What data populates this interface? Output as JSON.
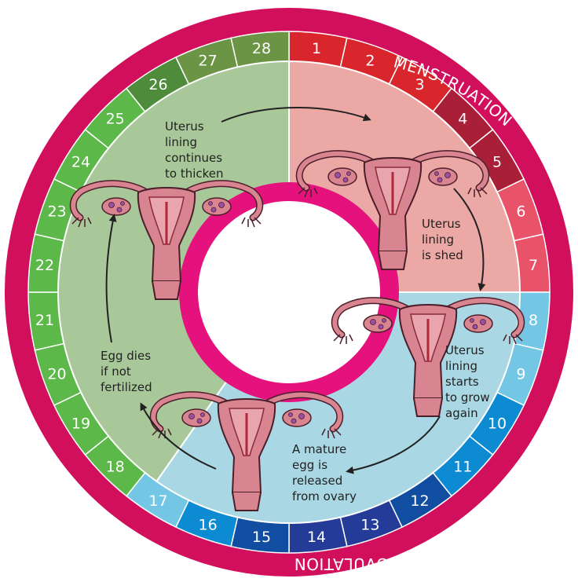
{
  "days": [
    {
      "n": "1",
      "color": "#d8262c"
    },
    {
      "n": "2",
      "color": "#d8262c"
    },
    {
      "n": "3",
      "color": "#d8262c"
    },
    {
      "n": "4",
      "color": "#a81f37"
    },
    {
      "n": "5",
      "color": "#a81f37"
    },
    {
      "n": "6",
      "color": "#e9536a"
    },
    {
      "n": "7",
      "color": "#e9536a"
    },
    {
      "n": "8",
      "color": "#74c6e5"
    },
    {
      "n": "9",
      "color": "#74c6e5"
    },
    {
      "n": "10",
      "color": "#0c8ad2"
    },
    {
      "n": "11",
      "color": "#0c8ad2"
    },
    {
      "n": "12",
      "color": "#114da0"
    },
    {
      "n": "13",
      "color": "#243b98"
    },
    {
      "n": "14",
      "color": "#243b98"
    },
    {
      "n": "15",
      "color": "#114da0"
    },
    {
      "n": "16",
      "color": "#0c8ad2"
    },
    {
      "n": "17",
      "color": "#74c6e5"
    },
    {
      "n": "18",
      "color": "#5cb848"
    },
    {
      "n": "19",
      "color": "#5cb848"
    },
    {
      "n": "20",
      "color": "#5cb848"
    },
    {
      "n": "21",
      "color": "#5cb848"
    },
    {
      "n": "22",
      "color": "#5cb848"
    },
    {
      "n": "23",
      "color": "#5cb848"
    },
    {
      "n": "24",
      "color": "#5cb848"
    },
    {
      "n": "25",
      "color": "#5cb848"
    },
    {
      "n": "26",
      "color": "#4e8b3a"
    },
    {
      "n": "27",
      "color": "#6b9544"
    },
    {
      "n": "28",
      "color": "#6b9544"
    }
  ],
  "colors": {
    "outer_ring": "#d20f5c",
    "center_ring": "#e5117d",
    "phase_pink": "#eba8a5",
    "phase_blue": "#a9d8e4",
    "phase_green": "#a9c89a",
    "uterus_body": "#d98591",
    "uterus_outline": "#4b1e2a",
    "arrow": "#222222"
  },
  "phase_titles": {
    "top": "MENSTRUATION",
    "bottom": "OVULATION"
  },
  "labels": {
    "thicken": [
      "Uterus",
      "lining",
      "continues",
      "to thicken"
    ],
    "shed": [
      "Uterus",
      "lining",
      "is shed"
    ],
    "grow": [
      "Uterus",
      "lining",
      "starts",
      "to grow",
      "again"
    ],
    "released": [
      "A mature",
      "egg is",
      "released",
      "from ovary"
    ],
    "dies": [
      "Egg dies",
      "if not",
      "fertilized"
    ]
  },
  "icons": {
    "uterus": "uterus-icon",
    "arrow": "curved-arrow-icon"
  }
}
